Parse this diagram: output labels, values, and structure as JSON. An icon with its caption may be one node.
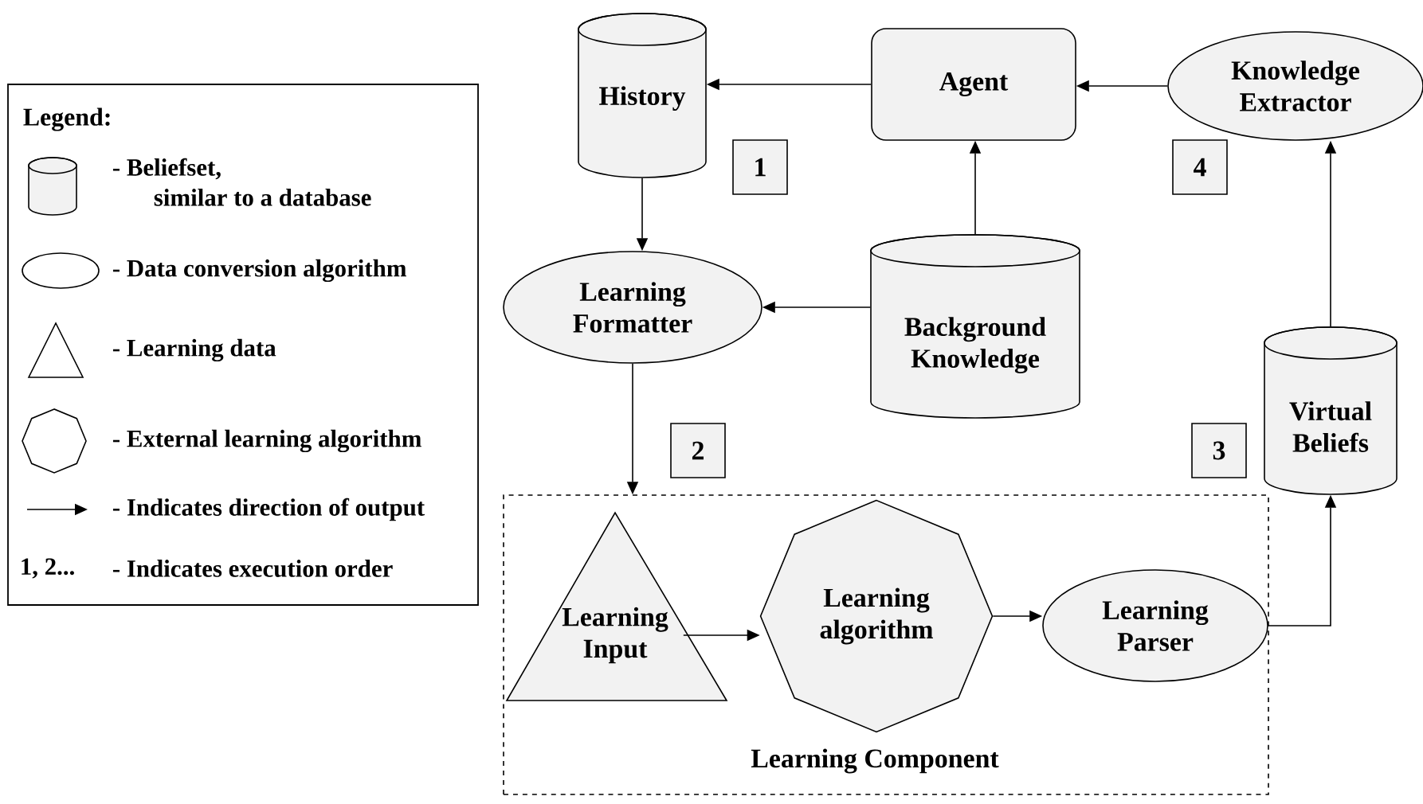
{
  "diagram": {
    "nodes": [
      {
        "text": [
          "History"
        ]
      },
      {
        "text": [
          "Agent"
        ]
      },
      {
        "text": [
          "Knowledge Extractor"
        ]
      },
      {
        "text": [
          "Learning Formatter"
        ]
      },
      {
        "text": [
          "Background Knowledge"
        ]
      },
      {
        "text": [
          "Virtual Beliefs"
        ]
      },
      {
        "text": [
          "Learning Component"
        ]
      },
      {
        "text": [
          "Learning Input"
        ],
        "in": 6
      },
      {
        "text": [
          "Learning algorithm"
        ],
        "in": 6
      },
      {
        "text": [
          "Learning Parser"
        ],
        "in": 6
      },
      {
        "text": [
          "1"
        ]
      },
      {
        "text": [
          "4"
        ]
      },
      {
        "text": [
          "2"
        ]
      },
      {
        "text": [
          "3"
        ]
      }
    ],
    "edges": [
      {
        "from": 1,
        "to": 0,
        "arrow": "to"
      },
      {
        "from": 2,
        "to": 1,
        "arrow": "to"
      },
      {
        "from": 0,
        "to": 3,
        "arrow": "to"
      },
      {
        "from": 4,
        "to": 1,
        "arrow": "to"
      },
      {
        "from": 4,
        "to": 3,
        "arrow": "to"
      },
      {
        "from": 3,
        "to": 6,
        "arrow": "to"
      },
      {
        "from": 7,
        "to": 8,
        "arrow": "to"
      },
      {
        "from": 8,
        "to": 9,
        "arrow": "to"
      },
      {
        "from": 9,
        "to": 5,
        "arrow": "to"
      },
      {
        "from": 5,
        "to": 2,
        "arrow": "to"
      }
    ],
    "labels": [
      "Legend:",
      "1, 2..."
    ],
    "legend": [
      {
        "text": "- Beliefset, similar to a database"
      },
      {
        "text": "- Data conversion algorithm"
      },
      {
        "text": "- Learning data"
      },
      {
        "text": "- External learning algorithm"
      },
      {
        "text": "- Indicates direction of output"
      },
      {
        "text": "- Indicates execution order"
      }
    ]
  }
}
